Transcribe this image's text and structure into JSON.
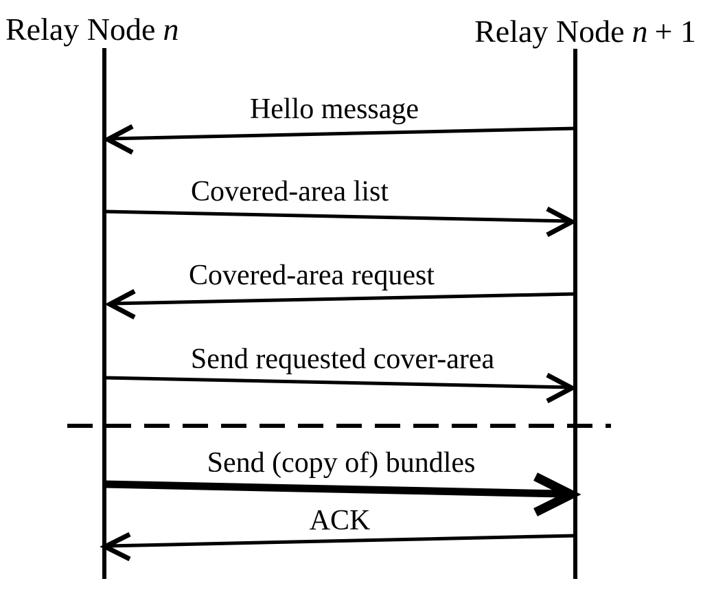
{
  "title": "Relay node message exchange sequence diagram",
  "colors": {
    "ink": "#000000",
    "background": "#ffffff"
  },
  "nodes": {
    "left": {
      "prefix": "Relay Node",
      "variable": "n",
      "suffix": ""
    },
    "right": {
      "prefix": "Relay Node",
      "variable": "n",
      "suffix": "+ 1"
    }
  },
  "messages": [
    {
      "label": "Hello message",
      "from": "right-node",
      "to": "left-node",
      "line": "thin"
    },
    {
      "label": "Covered-area list",
      "from": "left-node",
      "to": "right-node",
      "line": "thin"
    },
    {
      "label": "Covered-area request",
      "from": "right-node",
      "to": "left-node",
      "line": "thin"
    },
    {
      "label": "Send requested cover-area",
      "from": "left-node",
      "to": "right-node",
      "line": "thin"
    },
    {
      "label": "Send (copy of) bundles",
      "from": "left-node",
      "to": "right-node",
      "line": "thick"
    },
    {
      "label": "ACK",
      "from": "right-node",
      "to": "left-node",
      "line": "thin"
    }
  ],
  "divider": {
    "type": "dashed-line",
    "meaning": "phase separator"
  }
}
